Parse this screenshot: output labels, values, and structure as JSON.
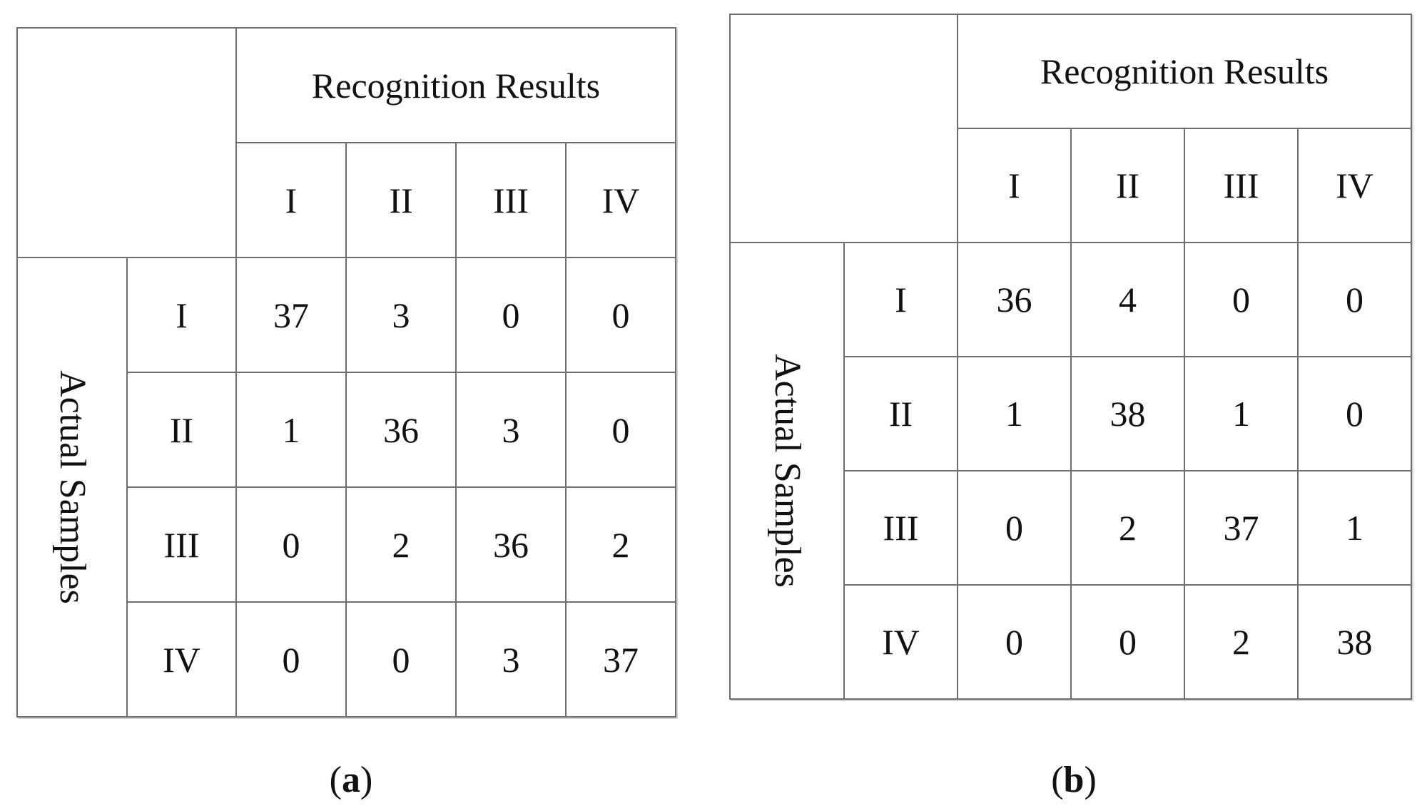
{
  "chart_data": [
    {
      "type": "table",
      "panel_label": "a",
      "column_header": "Recognition Results",
      "row_header": "Actual Samples",
      "categories": [
        "I",
        "II",
        "III",
        "IV"
      ],
      "matrix": [
        [
          "37",
          "3",
          "0",
          "0"
        ],
        [
          "1",
          "36",
          "3",
          "0"
        ],
        [
          "0",
          "2",
          "36",
          "2"
        ],
        [
          "0",
          "0",
          "3",
          "37"
        ]
      ]
    },
    {
      "type": "table",
      "panel_label": "b",
      "column_header": "Recognition Results",
      "row_header": "Actual Samples",
      "categories": [
        "I",
        "II",
        "III",
        "IV"
      ],
      "matrix": [
        [
          "36",
          "4",
          "0",
          "0"
        ],
        [
          "1",
          "38",
          "1",
          "0"
        ],
        [
          "0",
          "2",
          "37",
          "1"
        ],
        [
          "0",
          "0",
          "2",
          "38"
        ]
      ]
    }
  ],
  "captions": [
    {
      "open": "(",
      "letter": "a",
      "close": ")"
    },
    {
      "open": "(",
      "letter": "b",
      "close": ")"
    }
  ]
}
